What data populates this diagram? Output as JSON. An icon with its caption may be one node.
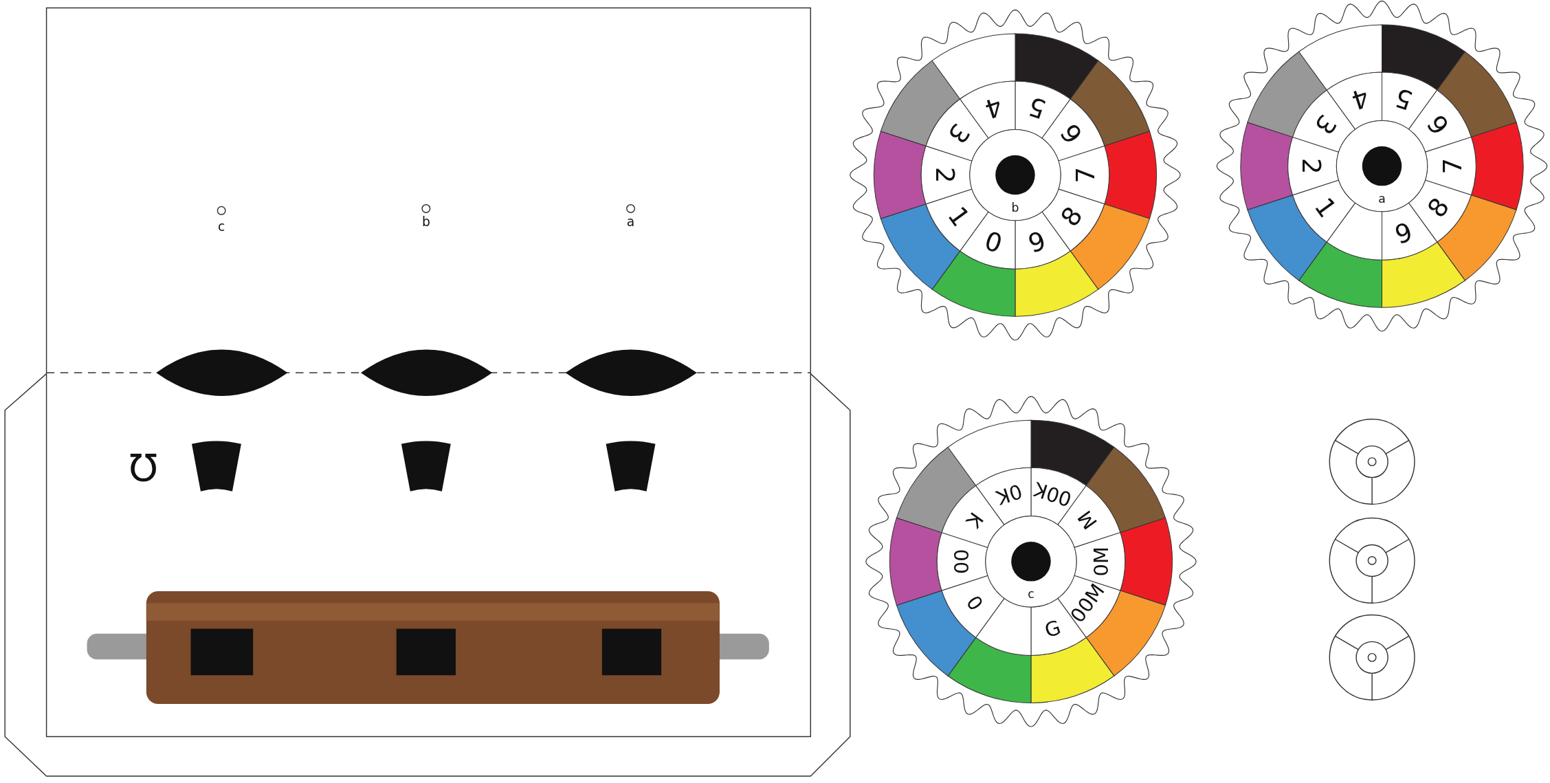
{
  "diagram": {
    "nodes": [
      {
        "text": [
          "5",
          "6",
          "7",
          "8",
          "9",
          "0",
          "1",
          "2",
          "3",
          "4",
          "b"
        ]
      },
      {
        "text": [
          "5",
          "6",
          "7",
          "8",
          "9",
          "1",
          "2",
          "3",
          "4",
          "a"
        ]
      },
      {
        "text": [
          "00K",
          "M",
          "0M",
          "00M",
          "G",
          "0",
          "00",
          "K",
          "0K",
          "c"
        ]
      },
      {
        "text": [],
        "shape": "circle"
      },
      {
        "text": [],
        "shape": "circle"
      },
      {
        "text": [],
        "shape": "circle"
      }
    ],
    "edges": [],
    "labels": [
      "c",
      "b",
      "a",
      "Ω"
    ]
  }
}
